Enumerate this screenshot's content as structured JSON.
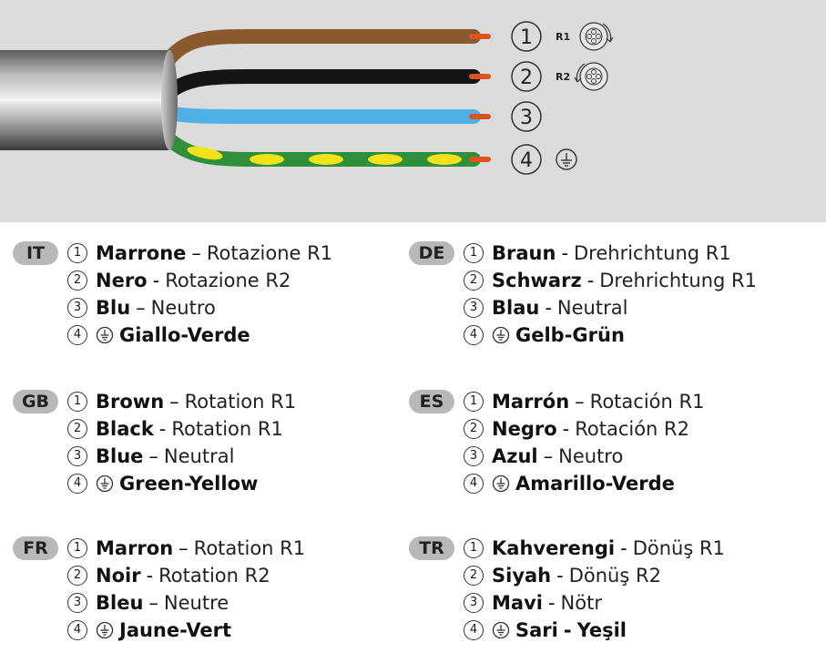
{
  "colors": {
    "panel_bg": "#dcdcdc",
    "brown_wire": "#8a5a2e",
    "black_wire": "#141414",
    "blue_wire": "#4fb0e6",
    "green_wire": "#2f8f3a",
    "yellow_stripe": "#f2e21b",
    "copper_tip": "#e0531f",
    "badge_bg": "#b8b8b8"
  },
  "diagram": {
    "terminals": [
      {
        "number": "1",
        "rotor_label": "R1"
      },
      {
        "number": "2",
        "rotor_label": "R2"
      },
      {
        "number": "3",
        "rotor_label": ""
      },
      {
        "number": "4",
        "rotor_label": ""
      }
    ]
  },
  "languages": [
    {
      "code": "IT",
      "rows": [
        {
          "num": "1",
          "color": "Marrone",
          "sep": "–",
          "meaning": "Rotazione R1"
        },
        {
          "num": "2",
          "color": "Nero",
          "sep": "-",
          "meaning": "Rotazione R2"
        },
        {
          "num": "3",
          "color": "Blu",
          "sep": "–",
          "meaning": "Neutro"
        },
        {
          "num": "4",
          "color": "Giallo-Verde",
          "ground": true
        }
      ]
    },
    {
      "code": "DE",
      "rows": [
        {
          "num": "1",
          "color": "Braun",
          "sep": "-",
          "meaning": "Drehrichtung R1"
        },
        {
          "num": "2",
          "color": "Schwarz",
          "sep": "-",
          "meaning": "Drehrichtung R1"
        },
        {
          "num": "3",
          "color": "Blau",
          "sep": "-",
          "meaning": "Neutral"
        },
        {
          "num": "4",
          "color": "Gelb-Grün",
          "ground": true
        }
      ]
    },
    {
      "code": "GB",
      "rows": [
        {
          "num": "1",
          "color": "Brown",
          "sep": "–",
          "meaning": "Rotation R1"
        },
        {
          "num": "2",
          "color": "Black",
          "sep": "-",
          "meaning": "Rotation R1"
        },
        {
          "num": "3",
          "color": "Blue",
          "sep": "–",
          "meaning": "Neutral"
        },
        {
          "num": "4",
          "color": "Green-Yellow",
          "ground": true
        }
      ]
    },
    {
      "code": "ES",
      "rows": [
        {
          "num": "1",
          "color": "Marrón",
          "sep": "–",
          "meaning": "Rotación R1"
        },
        {
          "num": "2",
          "color": "Negro",
          "sep": "-",
          "meaning": "Rotación R2"
        },
        {
          "num": "3",
          "color": "Azul",
          "sep": "–",
          "meaning": "Neutro"
        },
        {
          "num": "4",
          "color": "Amarillo-Verde",
          "ground": true
        }
      ]
    },
    {
      "code": "FR",
      "rows": [
        {
          "num": "1",
          "color": "Marron",
          "sep": "–",
          "meaning": "Rotation R1"
        },
        {
          "num": "2",
          "color": "Noir",
          "sep": "-",
          "meaning": "Rotation R2"
        },
        {
          "num": "3",
          "color": "Bleu",
          "sep": "–",
          "meaning": "Neutre"
        },
        {
          "num": "4",
          "color": "Jaune-Vert",
          "ground": true
        }
      ]
    },
    {
      "code": "TR",
      "rows": [
        {
          "num": "1",
          "color": "Kahverengi",
          "sep": "-",
          "meaning": "Dönüş R1"
        },
        {
          "num": "2",
          "color": "Siyah",
          "sep": "-",
          "meaning": "Dönüş R2"
        },
        {
          "num": "3",
          "color": "Mavi",
          "sep": "-",
          "meaning": "Nötr"
        },
        {
          "num": "4",
          "color": "Sari",
          "sep": "-",
          "meaning": "Yeşil",
          "ground": true,
          "meaning_bold": true
        }
      ]
    }
  ]
}
